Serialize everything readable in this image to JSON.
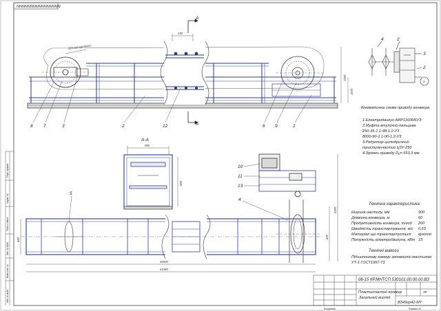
{
  "drawing": {
    "stamp_top_left": "NNNNNNNNNNNNNNNN",
    "section_marker": "A",
    "section_title": "А-А",
    "callouts_top": [
      "8",
      "7",
      "3",
      "2",
      "12",
      "6",
      "9",
      "1"
    ],
    "callouts_plan": [
      "10",
      "11",
      "13",
      "4",
      "5"
    ],
    "callouts_kinematic": [
      "4",
      "2",
      "3",
      "2",
      "1"
    ],
    "dimensions": {
      "top_span": "250",
      "top_chain": "100 ход натяжки",
      "top_height": "1550",
      "top_height2": "1670",
      "section_width": "500",
      "section_height": "850",
      "plan_length": "60000",
      "plan_total": "61360",
      "plan_width": "860",
      "plan_right": "600",
      "plan_right2": "2200"
    },
    "kinematic": {
      "title": "Кінематична схема приводу конвеєра",
      "items": [
        "1.Електродвигун  АИР1160M6У3",
        "2.Муфта втулочно-пальцева",
        "   250-35-1.1-48-1.2-У3",
        "   8000-90-1.1-90-1.2-У3",
        "3.Редуктор циліндричний",
        "   триступінчастий  Ц3У-250",
        "4.Зірочки приводу D₀= 653,3 мм"
      ]
    },
    "specs": {
      "title": "Технічна характеристика",
      "rows": [
        {
          "label": "Ширина настилу, мм",
          "value": "900"
        },
        {
          "label": "Довжина конвеєра, м",
          "value": "60"
        },
        {
          "label": "Продуктивність конвеєра, т/год",
          "value": "200"
        },
        {
          "label": "Швидкість транспортування, м/с",
          "value": "0,63"
        },
        {
          "label": "Матеріал що транспортується",
          "value": "вугілля"
        },
        {
          "label": "Потужність електродвигуна, кВт",
          "value": "15"
        }
      ]
    },
    "requirements": {
      "title": "Технічні вимоги",
      "lines": [
        "Підшипникову камеру заповнити мастилом",
        "УТ-1 ГОСТ1957-73"
      ]
    },
    "left_margin_labels": [
      "Перв. примен.",
      "Справ. №",
      "Подп. и дата",
      "Инв. № дубл.",
      "Взам. инв. №",
      "Подп. и дата",
      "Инв. № подл."
    ],
    "title_block": {
      "code": "06-15 КР.МНТСП.530101.00.00.00.ВЗ",
      "name_line1": "Пластинчастий конвеєр",
      "name_line2": "Загальний вигляд",
      "sheet_mark": "ЗР",
      "group": "ВЗ49гр42-МТ",
      "footer_left": "Копировал",
      "footer_right": "Формат    А1"
    }
  }
}
